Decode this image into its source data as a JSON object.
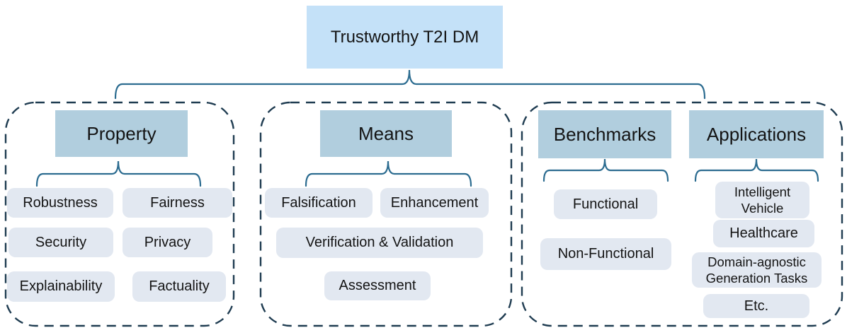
{
  "root": {
    "label": "Trustworthy T2I DM"
  },
  "groups": [
    {
      "title": "Property",
      "items": [
        "Robustness",
        "Fairness",
        "Security",
        "Privacy",
        "Explainability",
        "Factuality"
      ]
    },
    {
      "title": "Means",
      "items": [
        "Falsification",
        "Enhancement",
        "Verification & Validation",
        "Assessment"
      ]
    },
    {
      "title": "Benchmarks",
      "items": [
        "Functional",
        "Non-Functional"
      ]
    },
    {
      "title": "Applications",
      "items": [
        "Intelligent Vehicle",
        "Healthcare",
        "Domain-agnostic Generation Tasks",
        "Etc."
      ]
    }
  ],
  "colors": {
    "root_fill": "#c4e1f8",
    "header_fill": "#b1cede",
    "child_fill": "#e2e8f1",
    "brace_stroke": "#2c6c90",
    "dashed_border": "#1f3c51",
    "text": "#141414",
    "background": "#ffffff"
  }
}
